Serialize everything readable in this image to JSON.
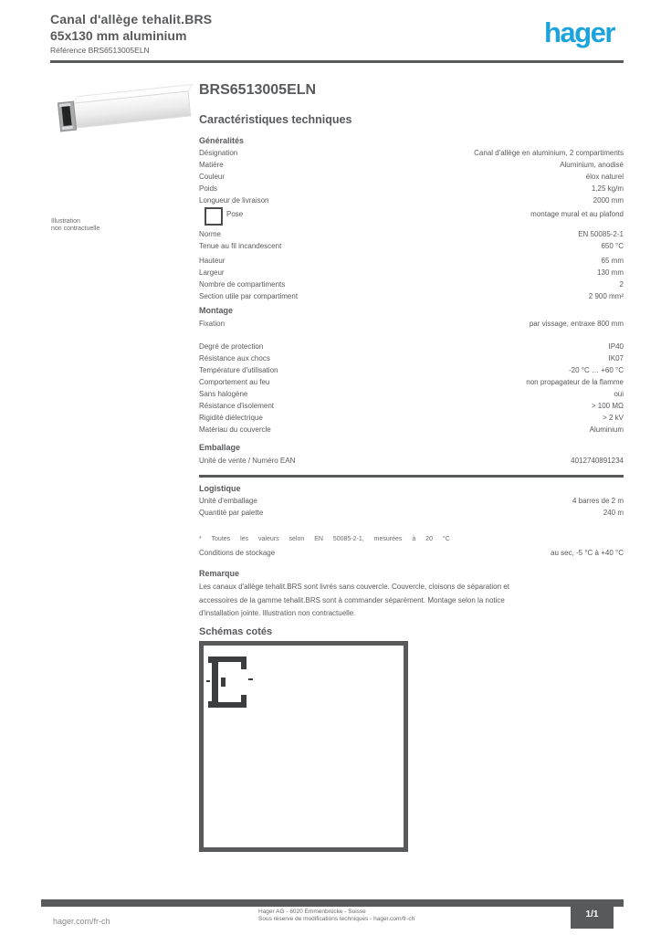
{
  "colors": {
    "ink": "#58595B",
    "logo_blue": "#1BA4DC",
    "page": "#ffffff"
  },
  "header": {
    "product_family_line1": "Canal d'allège tehalit.BRS",
    "product_family_line2": "65x130 mm aluminium",
    "reference_line": "Référence BRS6513005ELN",
    "logo_text": "hager"
  },
  "product": {
    "title": "BRS6513005ELN",
    "section_heading": "Caractéristiques techniques",
    "photo_note_line1": "Illustration",
    "photo_note_line2": "non contractuelle"
  },
  "table": {
    "b1": {
      "label": "Généralités"
    },
    "b2": {
      "rows": [
        {
          "label": "Désignation",
          "value": "Canal d'allège en aluminium, 2 compartiments"
        },
        {
          "label": "Matière",
          "value": "Aluminium, anodisé"
        },
        {
          "label": "Couleur",
          "value": "élox naturel"
        }
      ]
    },
    "b3": {
      "rows": [
        {
          "label": "Poids",
          "value": "1,25 kg/m"
        },
        {
          "label": "Longueur de livraison",
          "value": "2000 mm"
        }
      ]
    },
    "b4": {
      "icon": "wall-mounting-icon",
      "label": "Pose",
      "value": "montage mural et au plafond"
    },
    "b5": {
      "rows": [
        {
          "label": "Norme",
          "value": "EN 50085-2-1"
        },
        {
          "label": "Tenue au fil incandescent",
          "value": "650 °C"
        }
      ]
    },
    "b6": {
      "rows": [
        {
          "label": "Hauteur",
          "value": "65 mm"
        },
        {
          "label": "Largeur",
          "value": "130 mm"
        },
        {
          "label": "Nombre de compartiments",
          "value": "2"
        },
        {
          "label": "Section utile par compartiment",
          "value": "2 900 mm²"
        }
      ]
    },
    "b7": {
      "label": "Montage"
    },
    "b8": {
      "rows": [
        {
          "label": "Fixation",
          "value": "par vissage, entraxe 800 mm"
        }
      ]
    },
    "b9": {
      "rows": [
        {
          "label": "Degré de protection",
          "value": "IP40"
        },
        {
          "label": "Résistance aux chocs",
          "value": "IK07"
        },
        {
          "label": "Température d'utilisation",
          "value": "-20 °C … +60 °C"
        },
        {
          "label": "Comportement au feu",
          "value": "non propagateur de la flamme"
        },
        {
          "label": "Sans halogène",
          "value": "oui"
        },
        {
          "label": "Résistance d'isolement",
          "value": "> 100 MΩ"
        },
        {
          "label": "Rigidité diélectrique",
          "value": "> 2 kV"
        },
        {
          "label": "Matériau du couvercle",
          "value": "Aluminium"
        }
      ]
    },
    "b10": {
      "label": "Emballage"
    },
    "b11": {
      "rows": [
        {
          "label": "Unité de vente / Numéro EAN",
          "value": "4012740891234"
        }
      ]
    },
    "b13": {
      "label": "Logistique"
    },
    "b14": {
      "rows": [
        {
          "label": "Unité d'emballage",
          "value": "4 barres de 2 m"
        },
        {
          "label": "Quantité par palette",
          "value": "240 m"
        }
      ]
    },
    "b15": {
      "footnote": "* Toutes les valeurs selon EN 50085-2-1, mesurées à 20 °C"
    },
    "b16": {
      "rows": [
        {
          "label": "Conditions de stockage",
          "value": "au sec, -5 °C à +40 °C"
        }
      ]
    },
    "b17": {
      "label": "Remarque"
    },
    "b18": {
      "paragraph": "Les canaux d'allège tehalit.BRS sont livrés sans couvercle. Couvercle, cloisons de séparation et\naccessoires de la gamme tehalit.BRS sont à commander séparément. Montage selon la notice\nd'installation jointe. Illustration non contractuelle."
    }
  },
  "drawing": {
    "heading": "Schémas cotés"
  },
  "footer": {
    "website": "hager.com/fr-ch",
    "line1": "Hager AG - 6020 Emmenbrücke - Suisse",
    "line2": "Sous réserve de modifications techniques - hager.com/fr-ch",
    "page": "1/1"
  }
}
